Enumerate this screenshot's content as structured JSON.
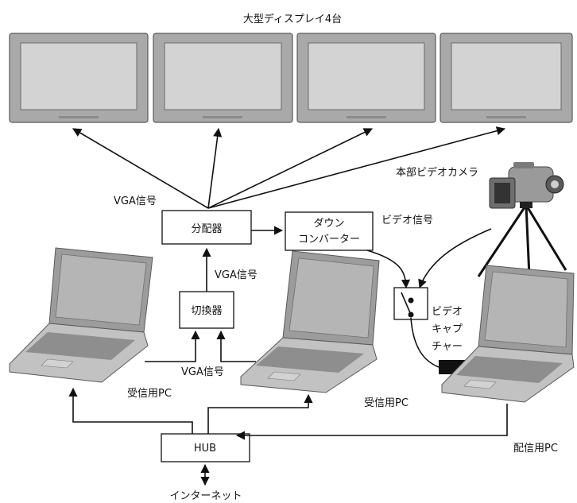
{
  "title": "大型ディスプレイ4台",
  "boxes": {
    "splitter": "分配器",
    "switcher": "切換器",
    "down_converter_line1": "ダウン",
    "down_converter_line2": "コンバーター",
    "hub": "HUB"
  },
  "labels": {
    "vga_signal_1": "VGA信号",
    "vga_signal_2": "VGA信号",
    "vga_signal_3": "VGA信号",
    "video_signal": "ビデオ信号",
    "camera": "本部ビデオカメラ",
    "capture_line1": "ビデオ",
    "capture_line2": "キャプ",
    "capture_line3": "チャー",
    "receiver_pc_1": "受信用PC",
    "receiver_pc_2": "受信用PC",
    "sender_pc": "配信用PC",
    "internet": "インターネット"
  }
}
